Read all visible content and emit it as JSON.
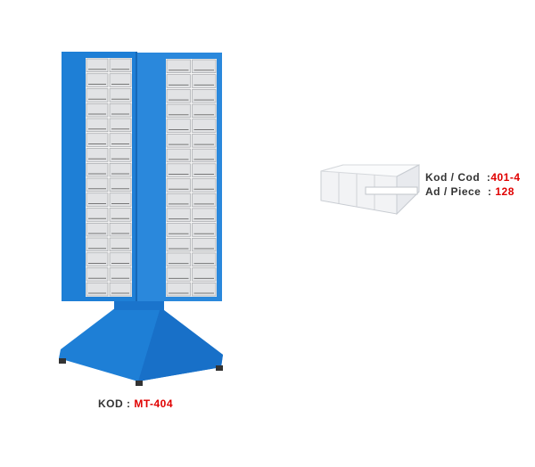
{
  "product": {
    "code_label": "KOD : ",
    "code_value": "MT-404",
    "rows": 16,
    "colors": {
      "cabinet": "#1e7fd6",
      "cabinet_dark": "#1568b8",
      "code": "#e00000"
    }
  },
  "drawer": {
    "code_label": "Kod / Cod  :",
    "code_value": "401-4",
    "piece_label": "Ad / Piece  : ",
    "piece_value": "128"
  }
}
